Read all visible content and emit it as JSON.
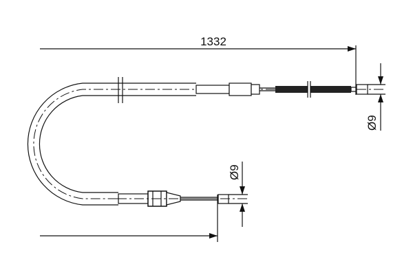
{
  "drawing": {
    "length_dimension": "1332",
    "diameter_top": "Ø9",
    "diameter_bottom": "Ø9",
    "line_color": "#111111"
  }
}
